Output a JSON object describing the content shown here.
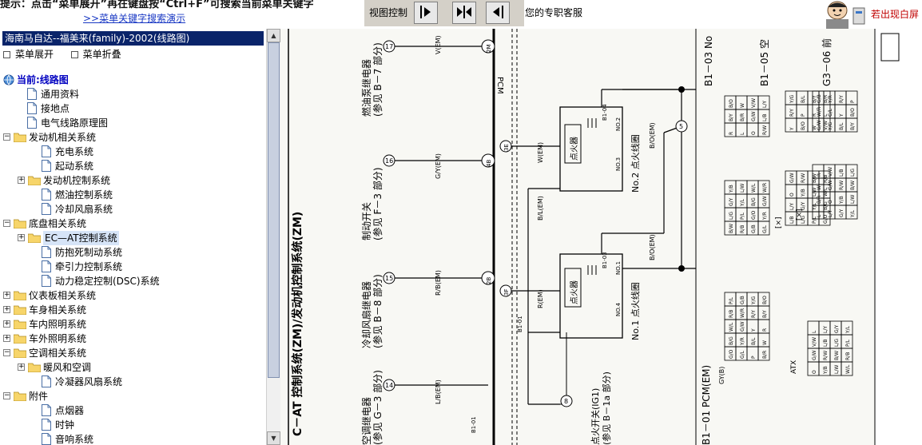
{
  "header": {
    "hint_text": "提示：点击“菜单展开”再在键盘按“Ctrl+F”可搜索当前菜单关键字",
    "search_demo_link": ">>菜单关键字搜索演示",
    "view_control_label": "视图控制",
    "service_text": "您的专职客服",
    "login_link": "若出现白屏"
  },
  "sidebar": {
    "document_title": "海南马自达--福美来(family)-2002(线路图)",
    "expand_menu": "菜单展开",
    "collapse_menu": "菜单折叠",
    "current_label": "当前:线路图",
    "items": [
      {
        "label": "通用资料",
        "type": "page",
        "level": 1
      },
      {
        "label": "接地点",
        "type": "page",
        "level": 1
      },
      {
        "label": "电气线路原理图",
        "type": "page",
        "level": 1
      },
      {
        "label": "发动机相关系统",
        "type": "folder",
        "level": 0,
        "expanded": true
      },
      {
        "label": "充电系统",
        "type": "page",
        "level": 2
      },
      {
        "label": "起动系统",
        "type": "page",
        "level": 2
      },
      {
        "label": "发动机控制系统",
        "type": "folder",
        "level": 1,
        "expanded": false
      },
      {
        "label": "燃油控制系统",
        "type": "page",
        "level": 2
      },
      {
        "label": "冷却风扇系统",
        "type": "page",
        "level": 2
      },
      {
        "label": "底盘相关系统",
        "type": "folder",
        "level": 0,
        "expanded": true
      },
      {
        "label": "EC—AT控制系统",
        "type": "folder",
        "level": 1,
        "expanded": false,
        "selected": true
      },
      {
        "label": "防抱死制动系统",
        "type": "page",
        "level": 2
      },
      {
        "label": "牵引力控制系统",
        "type": "page",
        "level": 2
      },
      {
        "label": "动力稳定控制(DSC)系统",
        "type": "page",
        "level": 2
      },
      {
        "label": "仪表板相关系统",
        "type": "folder",
        "level": 0,
        "expanded": false
      },
      {
        "label": "车身相关系统",
        "type": "folder",
        "level": 0,
        "expanded": false
      },
      {
        "label": "车内照明系统",
        "type": "folder",
        "level": 0,
        "expanded": false
      },
      {
        "label": "车外照明系统",
        "type": "folder",
        "level": 0,
        "expanded": false
      },
      {
        "label": "空调相关系统",
        "type": "folder",
        "level": 0,
        "expanded": true
      },
      {
        "label": "暖风和空调",
        "type": "folder",
        "level": 1,
        "expanded": false
      },
      {
        "label": "冷凝器风扇系统",
        "type": "page",
        "level": 2
      },
      {
        "label": "附件",
        "type": "folder",
        "level": 0,
        "expanded": true
      },
      {
        "label": "点烟器",
        "type": "page",
        "level": 2
      },
      {
        "label": "时钟",
        "type": "page",
        "level": 2
      },
      {
        "label": "音响系统",
        "type": "page",
        "level": 2
      }
    ]
  },
  "diagram": {
    "main_title": "C－AT 控制系统(ZM)/发动机控制系统(ZM)",
    "pcm_label": "PCM",
    "coil1_label": "点火器",
    "coil1_caption": "No.1 点火线圈",
    "coil2_label": "点火器",
    "coil2_caption": "No.2 点火线圈",
    "coil_pins": [
      "NO.3",
      "NO.2",
      "NO.4",
      "NO.1"
    ],
    "left_components": [
      {
        "name": "燃油泵继电器",
        "ref": "(参见 B－7 部分)",
        "num": "17",
        "wire": "V(EM)",
        "pcm": "2M"
      },
      {
        "name": "制动开关",
        "ref": "(参见 F－3 部分)",
        "num": "16",
        "wire": "G/Y(EM)",
        "pcm": "4B"
      },
      {
        "name": "冷却风扇继电器",
        "ref": "(参见 B－8 部分)",
        "num": "15",
        "wire": "R/B(EM)",
        "pcm": "2B"
      },
      {
        "name": "空调继电器",
        "ref": "(参见 G－3 部分)",
        "num": "14",
        "wire": "L/B(EM)",
        "pcm": "B1-01"
      }
    ],
    "pcm_pins": [
      "3E",
      "3F"
    ],
    "wire_labels": [
      "W(EM)",
      "B/L(EM)",
      "R(EM)",
      "B/O(EM)",
      "B1-04",
      "B1-03",
      "B1-01"
    ],
    "ignition_switch": "点火开关(IG1)",
    "ignition_ref": "(参见 B－1a 部分)",
    "ignition_num": "8",
    "node5": "5",
    "connector_titles": [
      "B1－03 No",
      "B1－05 空",
      "G3－06 前"
    ],
    "pcm_connector_title": "B1－01 PCM(EM)",
    "connector_note": "GY(B)",
    "atx_label": "ATX",
    "x_marks": [
      "[×]",
      "[×]"
    ],
    "pin_codes": [
      "B/O",
      "B/Y",
      "R",
      "W",
      "B/R",
      "L",
      "V/W",
      "G/W",
      "O",
      "L/Y",
      "L/B",
      "R/W",
      "Y/B",
      "G/Y",
      "L/G",
      "B/W",
      "L/W",
      "Y/L",
      "P/L",
      "R/B",
      "W/L",
      "B/G",
      "G/O",
      "G/B",
      "W/R",
      "G/W",
      "Y/R",
      "G/L",
      "Y/G",
      "R/Y",
      "Y",
      "B/L",
      "P"
    ]
  }
}
